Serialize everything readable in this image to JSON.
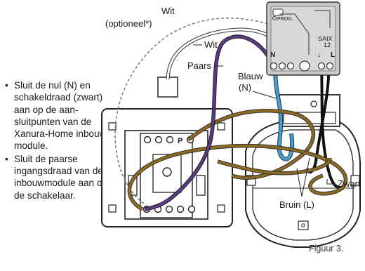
{
  "instructions": [
    "Sluit de nul (N) en schakel­draad (zwart) aan op de aan­sluitpunten van de Xanura-Home inbouw­module.",
    "Sluit de paarse ingangsdraad van de inbouw­module aan op de schakelaar."
  ],
  "labels": {
    "wit_top": "Wit",
    "optioneel": "(optioneel*)",
    "wit": "Wit",
    "paars": "Paars",
    "blauw": "Blauw",
    "blauw_n": "(N)",
    "zwart": "Zwart",
    "bruin": "Bruin (L)"
  },
  "module": {
    "prog": "PROG.",
    "name_line1": "SAIX",
    "name_line2": "12",
    "terminal_n": "N",
    "terminal_l": "L",
    "arrow": "↓"
  },
  "switch_marker": "P",
  "caption": "Figuur 3.",
  "colors": {
    "wire_purple": "#5b3a86",
    "wire_brown": "#8c6a23",
    "wire_blue": "#3f9fd6",
    "wire_black": "#111111",
    "wire_white": "#ffffff",
    "module_gray": "#c9c9c9"
  }
}
